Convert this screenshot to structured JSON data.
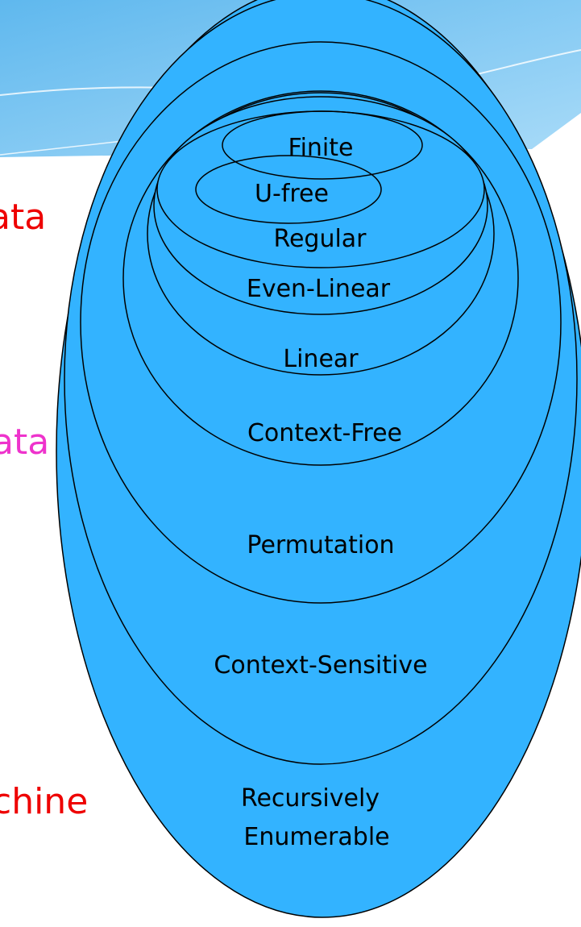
{
  "colors": {
    "set_fill": "#33b3ff",
    "outline": "#000000",
    "left_label_red": "#ee0000",
    "left_label_magenta": "#ee33cc",
    "banner_light": "#a8d8f6",
    "banner_mid": "#79c4f0"
  },
  "left_labels": {
    "top": "ata",
    "middle": "ata",
    "bottom": "chine"
  },
  "language_classes": {
    "finite": "Finite",
    "u_free": "U-free",
    "regular": "Regular",
    "even_linear": "Even-Linear",
    "linear": "Linear",
    "context_free": "Context-Free",
    "permutation": "Permutation",
    "context_sensitive": "Context-Sensitive",
    "recursively_enumerable_line1": "Recursively",
    "recursively_enumerable_line2": "Enumerable"
  }
}
